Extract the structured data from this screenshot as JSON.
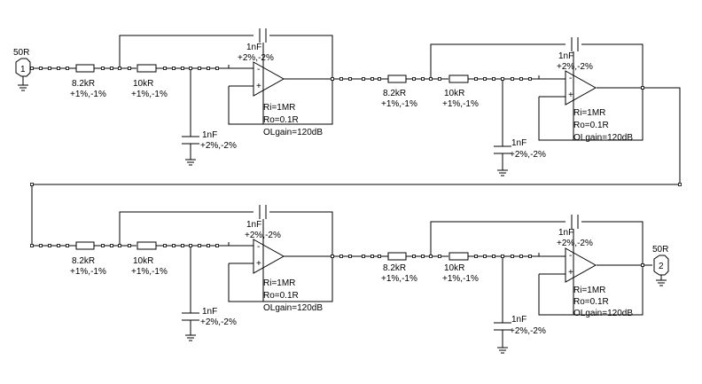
{
  "source": {
    "label": "50R",
    "number": "1"
  },
  "load": {
    "label": "50R",
    "number": "2"
  },
  "r1": {
    "value": "8.2kR",
    "tol": "+1%,-1%"
  },
  "r2": {
    "value": "10kR",
    "tol": "+1%,-1%"
  },
  "cap": {
    "value": "1nF",
    "tol": "+2%,-2%"
  },
  "opamp": {
    "ri": "Ri=1MR",
    "ro": "Ro=0.1R",
    "ol": "OLgain=120dB",
    "minus": "-",
    "plus": "+"
  },
  "stages": [
    {
      "id": "stage-1"
    },
    {
      "id": "stage-2"
    },
    {
      "id": "stage-3"
    },
    {
      "id": "stage-4"
    }
  ]
}
